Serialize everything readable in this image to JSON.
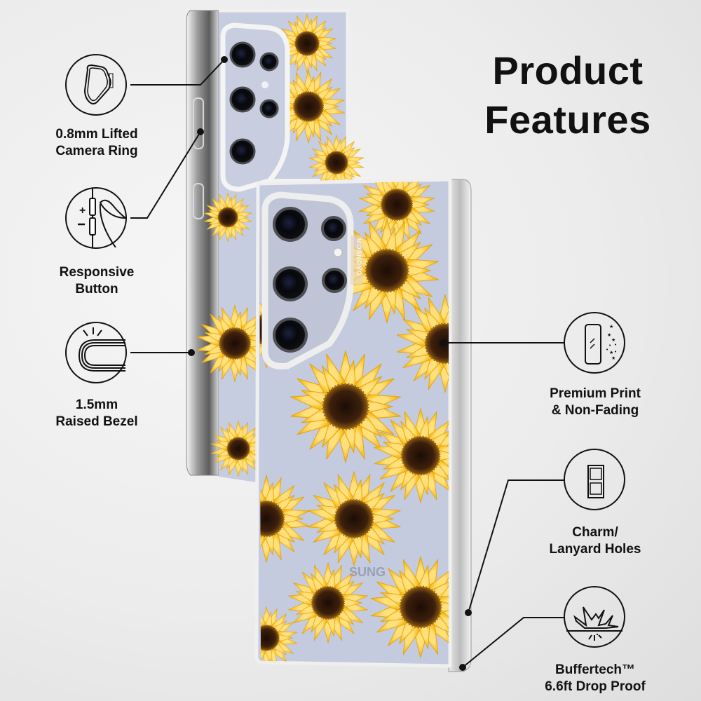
{
  "title": {
    "line1": "Product",
    "line2": "Features"
  },
  "features": [
    {
      "id": "camera-ring",
      "icon": "camera-ring-icon",
      "line1": "0.8mm Lifted",
      "line2": "Camera Ring",
      "side": "left"
    },
    {
      "id": "responsive-button",
      "icon": "side-button-icon",
      "line1": "Responsive",
      "line2": "Button",
      "side": "left"
    },
    {
      "id": "raised-bezel",
      "icon": "raised-bezel-icon",
      "line1": "1.5mm",
      "line2": "Raised Bezel",
      "side": "left"
    },
    {
      "id": "premium-print",
      "icon": "print-sparkle-icon",
      "line1": "Premium Print",
      "line2": "& Non-Fading",
      "side": "right"
    },
    {
      "id": "lanyard-holes",
      "icon": "lanyard-holes-icon",
      "line1": "Charm/",
      "line2": "Lanyard Holes",
      "side": "right"
    },
    {
      "id": "drop-proof",
      "icon": "impact-burst-icon",
      "line1": "Buffertech™",
      "line2": "6.6ft Drop Proof",
      "side": "right"
    }
  ],
  "product": {
    "case_pattern": "sunflowers",
    "case_brand_text": "MOSNOVO",
    "phone_brand_text": "SUNG",
    "colors": {
      "petal": "#f7c325",
      "petal_light": "#ffe27a",
      "seed": "#3a1d0c",
      "seed_ring": "#8a5a12",
      "case_back": "#c9cfe0",
      "lens": "#0d0d12"
    }
  }
}
